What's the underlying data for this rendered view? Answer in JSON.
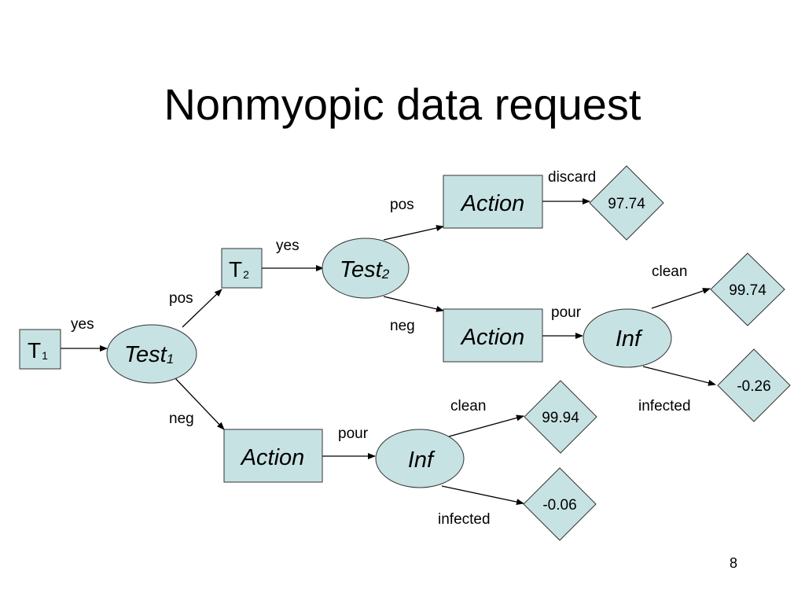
{
  "slide": {
    "title": "Nonmyopic data request",
    "page_number": "8"
  },
  "nodes": {
    "t1": {
      "label": "T",
      "sub": "1"
    },
    "test1": {
      "label": "Test",
      "sub": "1"
    },
    "t2": {
      "label": "T",
      "sub": "2"
    },
    "test2": {
      "label": "Test",
      "sub": "2"
    },
    "action_top": {
      "label": "Action"
    },
    "action_mid": {
      "label": "Action"
    },
    "action_bottom": {
      "label": "Action"
    },
    "inf_right": {
      "label": "Inf"
    },
    "inf_bottom": {
      "label": "Inf"
    },
    "value_discard": {
      "label": "97.74"
    },
    "value_clean_right": {
      "label": "99.74"
    },
    "value_infected_right": {
      "label": "-0.26"
    },
    "value_clean_bottom": {
      "label": "99.94"
    },
    "value_infected_bottom": {
      "label": "-0.06"
    }
  },
  "edges": {
    "t1_to_test1": "yes",
    "test1_pos": "pos",
    "test1_neg": "neg",
    "t2_to_test2": "yes",
    "test2_pos": "pos",
    "test2_neg": "neg",
    "action_top_discard": "discard",
    "action_mid_pour": "pour",
    "inf_right_clean": "clean",
    "inf_right_infected": "infected",
    "action_bottom_pour": "pour",
    "inf_bottom_clean": "clean",
    "inf_bottom_infected": "infected"
  },
  "colors": {
    "node_fill": "#c7e2e3",
    "node_stroke": "#333333"
  }
}
